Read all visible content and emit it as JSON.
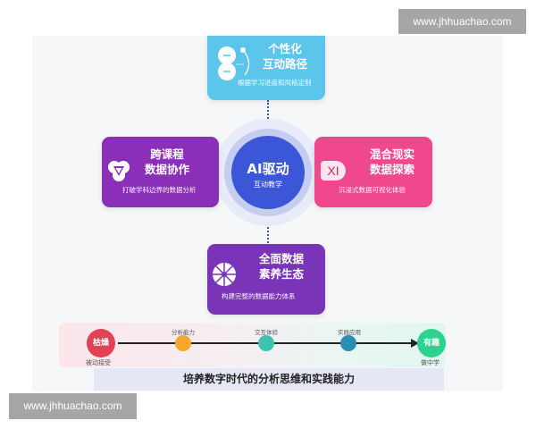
{
  "watermark": {
    "top_right": "www.jhhuachao.com",
    "bottom_left": "www.jhhuachao.com"
  },
  "hub": {
    "title": "AI驱动",
    "subtitle": "互动教学",
    "color": "#3b57d8"
  },
  "cards": {
    "top": {
      "title_line1": "个性化",
      "title_line2": "互动路径",
      "desc": "根据学习进度和风格定制",
      "color": "#5bc5ec",
      "icon": "learning-path-icon"
    },
    "left": {
      "title_line1": "跨课程",
      "title_line2": "数据协作",
      "desc": "打破学科边界的数据分析",
      "color": "#8a2fb8",
      "icon": "venn-triangle-icon"
    },
    "right": {
      "title_line1": "混合现实",
      "title_line2": "数据探索",
      "desc": "沉浸式数据可视化体验",
      "color": "#f0488d",
      "icon": "xr-headset-icon",
      "icon_text": "XI"
    },
    "bottom": {
      "title_line1": "全面数据",
      "title_line2": "素养生态",
      "desc": "构建完整的数据能力体系",
      "color": "#7a34b8",
      "icon": "wheel-icon"
    }
  },
  "timeline": {
    "start": {
      "label": "枯燥",
      "caption": "被动接受",
      "color": "#e34255"
    },
    "end": {
      "label": "有趣",
      "caption": "做中学",
      "color": "#2fd18f"
    },
    "steps": [
      {
        "label": "分析能力",
        "color": "#f7a82c"
      },
      {
        "label": "交互体验",
        "color": "#3cc4b0"
      },
      {
        "label": "实践应用",
        "color": "#2a8fb0"
      }
    ]
  },
  "banner": {
    "text": "培养数字时代的分析思维和实践能力"
  }
}
